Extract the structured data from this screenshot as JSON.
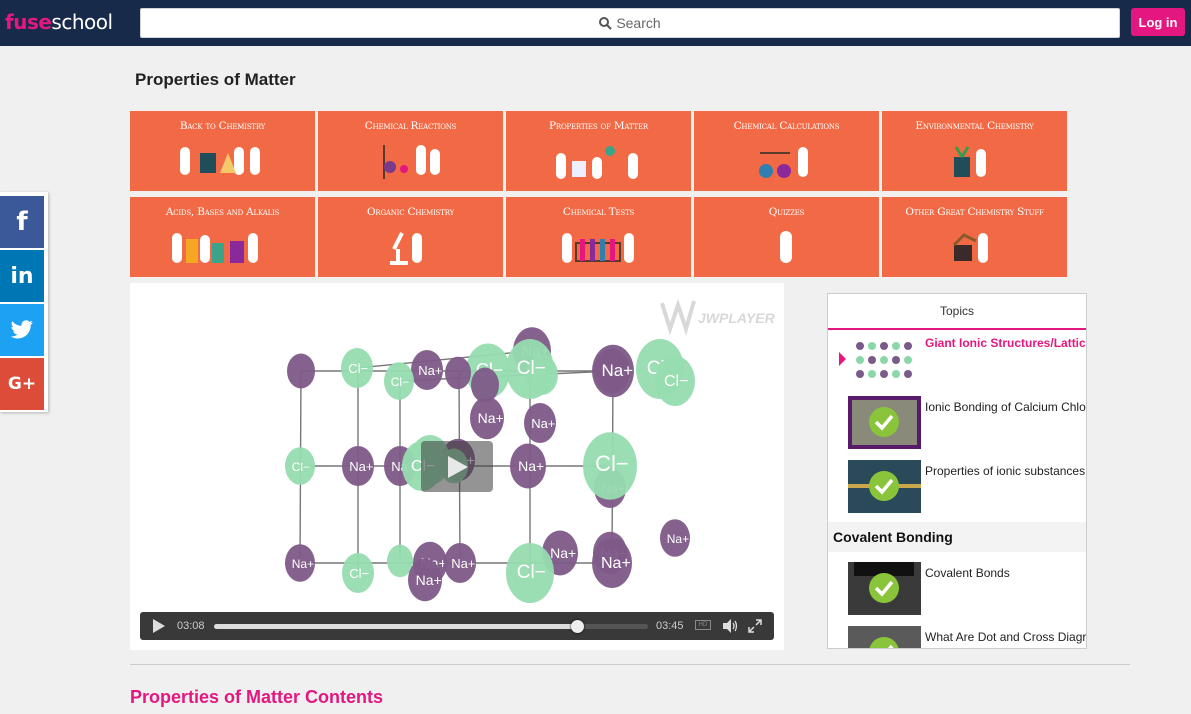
{
  "header": {
    "logo_part1": "fuse",
    "logo_part2": "school",
    "search_placeholder": "Search",
    "login_label": "Log in",
    "brand_color": "#e3177f"
  },
  "share": {
    "facebook": "f",
    "linkedin": "in",
    "twitter": "twitter-icon",
    "googleplus": "G+"
  },
  "page": {
    "title": "Properties of Matter"
  },
  "tiles": [
    {
      "label": "Back to Chemistry"
    },
    {
      "label": "Chemical Reactions"
    },
    {
      "label": "Properties of Matter"
    },
    {
      "label": "Chemical Calculations"
    },
    {
      "label": "Environmental Chemistry"
    },
    {
      "label": "Acids, Bases and Alkalis"
    },
    {
      "label": "Organic Chemistry"
    },
    {
      "label": "Chemical Tests"
    },
    {
      "label": "Quizzes"
    },
    {
      "label": "Other Great Chemistry Stuff"
    }
  ],
  "video": {
    "watermark": "JWPLAYER",
    "current_time": "03:08",
    "duration": "03:45",
    "progress_fraction": 0.836,
    "hd_label": "HD",
    "ions": [
      {
        "label": "Na",
        "sign": "+"
      },
      {
        "label": "Cl",
        "sign": "−"
      }
    ]
  },
  "playlist": {
    "header": "Topics",
    "items": [
      {
        "title": "Giant Ionic Structures/Lattice",
        "active": true
      },
      {
        "title": "Ionic Bonding of Calcium Chloride",
        "active": false
      },
      {
        "title": "Properties of ionic substances",
        "active": false
      }
    ],
    "section_title": "Covalent Bonding",
    "section_items": [
      {
        "title": "Covalent Bonds"
      },
      {
        "title": "What Are Dot and Cross Diagrams"
      }
    ]
  },
  "contents": {
    "title": "Properties of Matter Contents"
  }
}
